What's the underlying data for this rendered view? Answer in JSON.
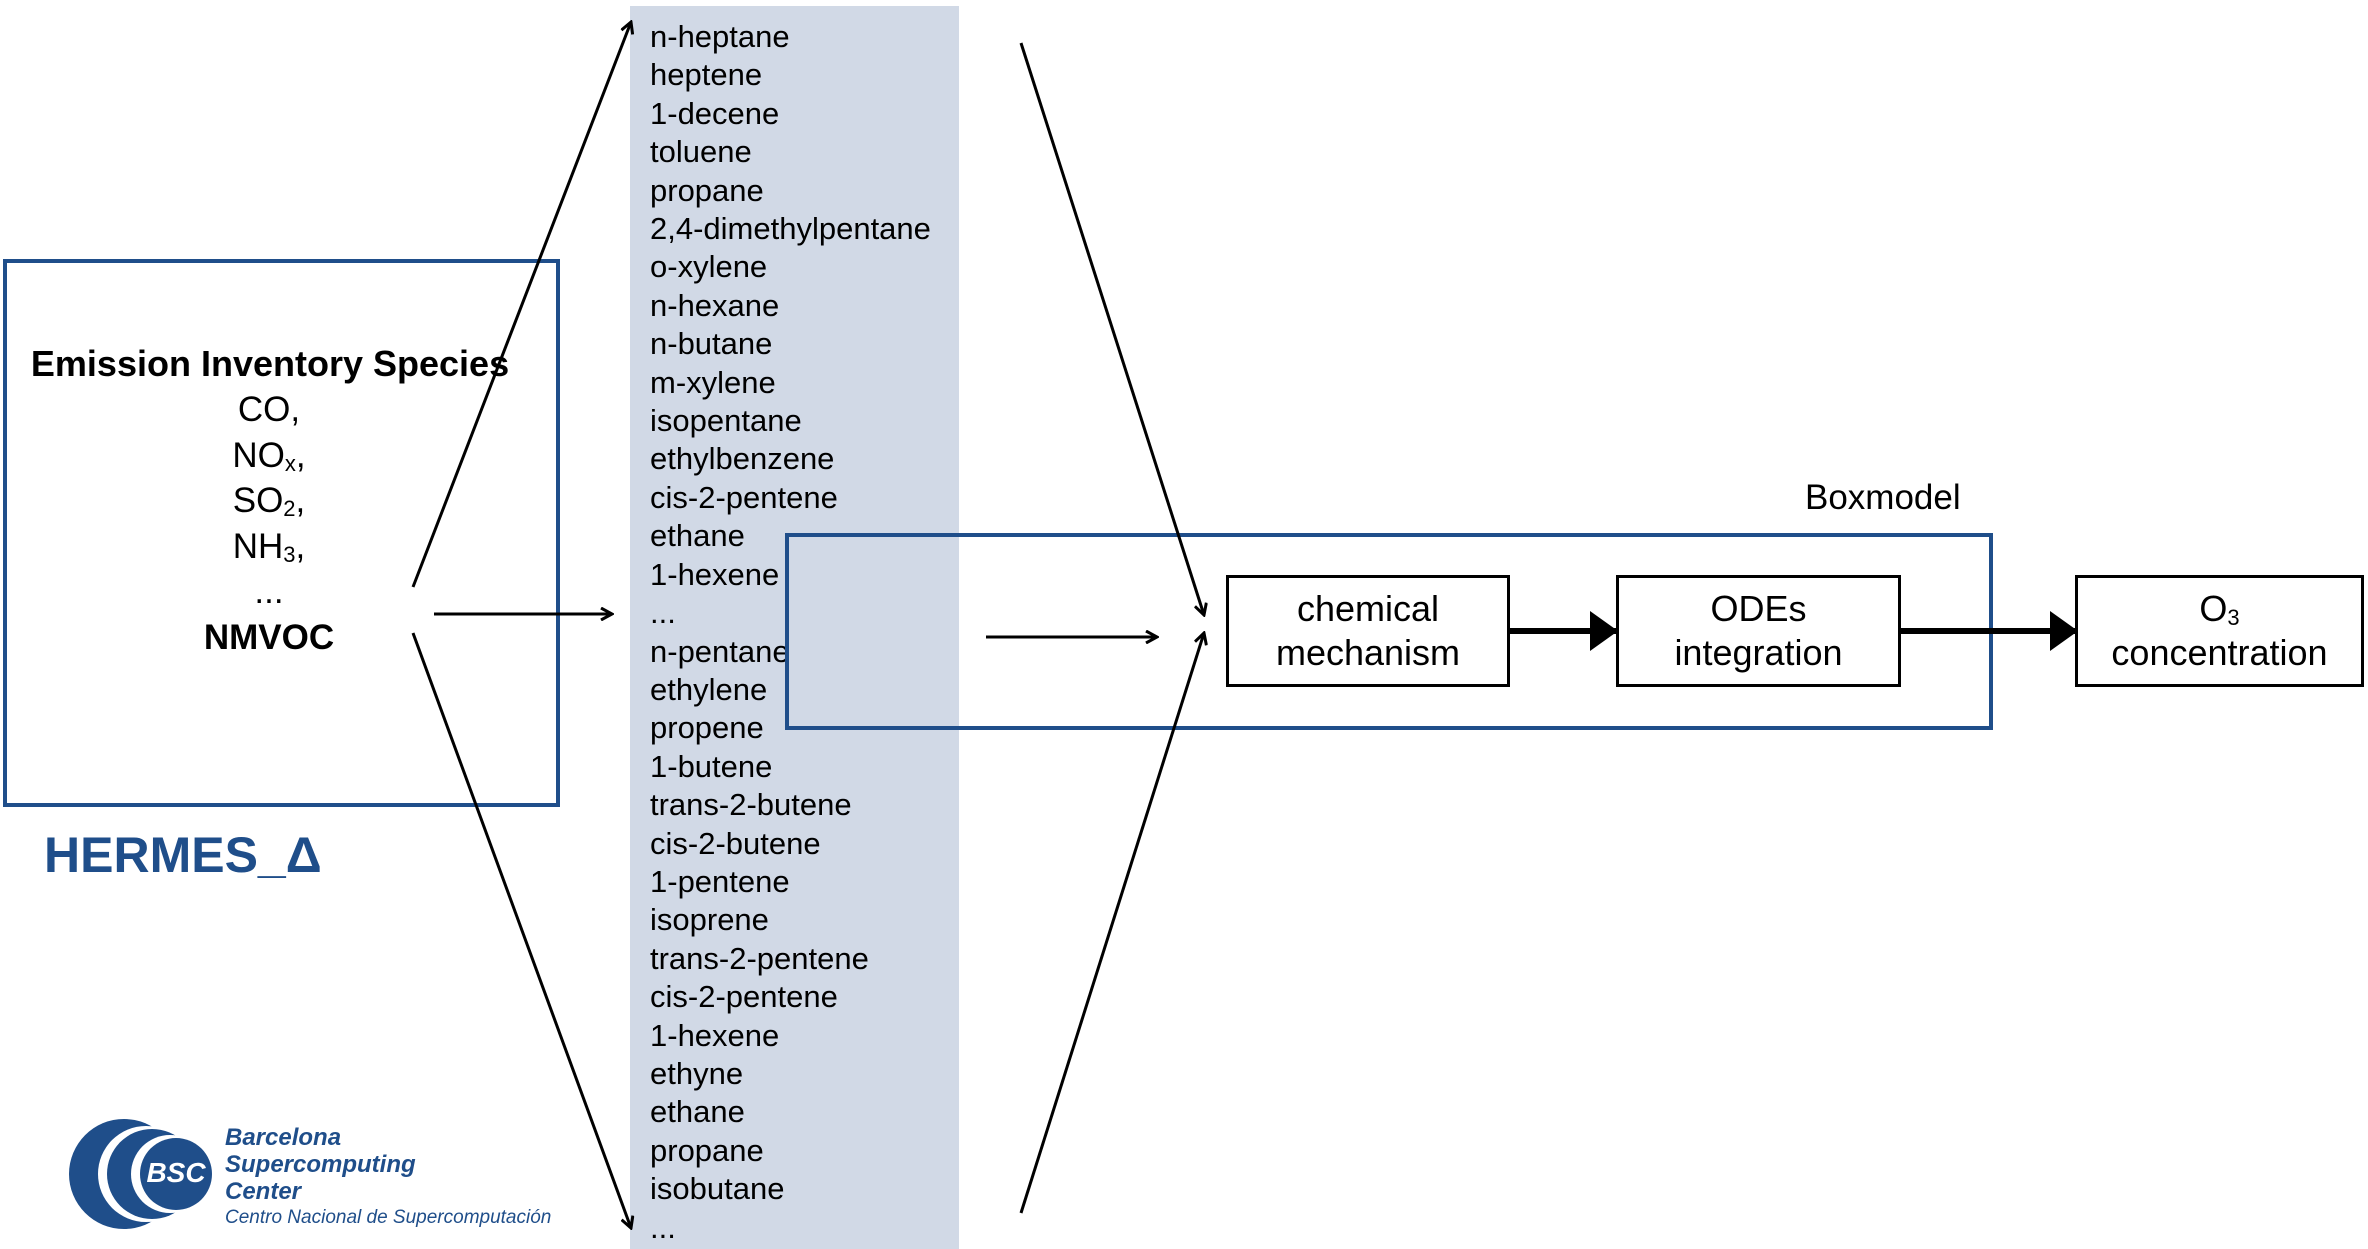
{
  "inventory": {
    "title": "Emission Inventory Species",
    "species": [
      {
        "base": "CO",
        "sub": "",
        "tail": ","
      },
      {
        "base": "NO",
        "sub": "x",
        "tail": ","
      },
      {
        "base": "SO",
        "sub": "2",
        "tail": ","
      },
      {
        "base": "NH",
        "sub": "3",
        "tail": ","
      },
      {
        "base": "...",
        "sub": "",
        "tail": ""
      }
    ],
    "nmvoc": "NMVOC"
  },
  "model_name": "HERMES_Δ",
  "speciation": [
    "n-heptane",
    "heptene",
    "1-decene",
    "toluene",
    "propane",
    "2,4-dimethylpentane",
    "o-xylene",
    "n-hexane",
    "n-butane",
    "m-xylene",
    "isopentane",
    "ethylbenzene",
    "cis-2-pentene",
    "ethane",
    "1-hexene",
    "...",
    "n-pentane",
    "ethylene",
    "propene",
    "1-butene",
    "trans-2-butene",
    "cis-2-butene",
    "1-pentene",
    "isoprene",
    "trans-2-pentene",
    "cis-2-pentene",
    "1-hexene",
    "ethyne",
    "ethane",
    "propane",
    "isobutane",
    "..."
  ],
  "boxmodel": {
    "label": "Boxmodel",
    "chemical": {
      "line1": "chemical",
      "line2": "mechanism"
    },
    "odes": {
      "line1": "ODEs",
      "line2": "integration"
    }
  },
  "output": {
    "base": "O",
    "sub": "3",
    "line2": "concentration"
  },
  "logo": {
    "badge": "BSC",
    "line1": "Barcelona",
    "line2": "Supercomputing",
    "line3": "Center",
    "line4": "Centro Nacional de Supercomputación"
  },
  "colors": {
    "accent": "#1f4e8a",
    "column": "#d1d9e6"
  }
}
